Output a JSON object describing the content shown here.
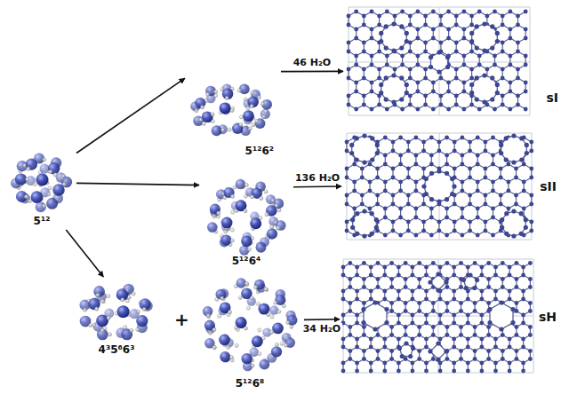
{
  "diagram": {
    "nodes": [
      {
        "text": [
          "5¹²"
        ]
      },
      {
        "text": [
          "5¹²6²"
        ]
      },
      {
        "text": [
          "5¹²6⁴"
        ]
      },
      {
        "text": [
          "4³5⁶6³"
        ]
      },
      {
        "text": [
          "5¹²6⁸"
        ]
      },
      {
        "text": [
          "sI"
        ]
      },
      {
        "text": [
          "sII"
        ]
      },
      {
        "text": [
          "sH"
        ]
      }
    ],
    "edges": [
      {
        "from": 0,
        "to": 1,
        "arrow": "to"
      },
      {
        "from": 0,
        "to": 2,
        "arrow": "to"
      },
      {
        "from": 0,
        "to": 3,
        "arrow": "to"
      },
      {
        "from": 1,
        "to": 5,
        "label": "46 H₂O",
        "arrow": "to"
      },
      {
        "from": 2,
        "to": 6,
        "label": "136 H₂O",
        "arrow": "to"
      },
      {
        "from": 4,
        "to": 7,
        "label": "34 H₂O",
        "arrow": "to"
      }
    ],
    "labels": [
      "+"
    ]
  }
}
